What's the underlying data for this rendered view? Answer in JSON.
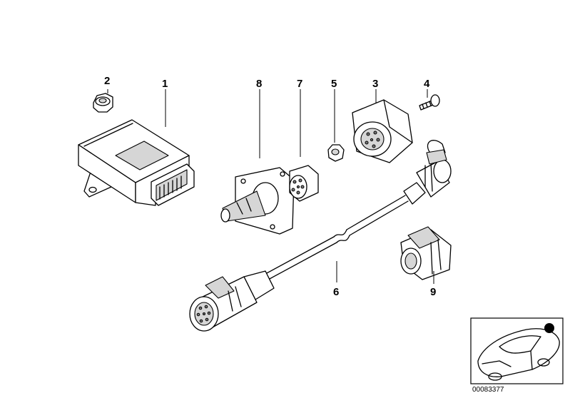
{
  "diagram": {
    "diagram_number": "00083377",
    "parts": [
      {
        "label": "1"
      },
      {
        "label": "2"
      },
      {
        "label": "3"
      },
      {
        "label": "4"
      },
      {
        "label": "5"
      },
      {
        "label": "6"
      },
      {
        "label": "7"
      },
      {
        "label": "8"
      },
      {
        "label": "9"
      }
    ]
  }
}
